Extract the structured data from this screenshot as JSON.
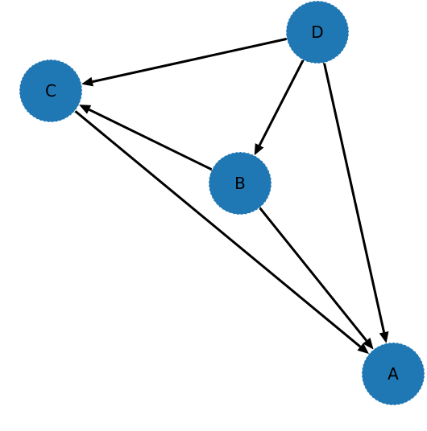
{
  "graph": {
    "directed": true,
    "colors": {
      "node_fill": "#1f77b4",
      "edge": "#000000",
      "label": "#000000"
    },
    "nodes": [
      {
        "id": "A",
        "label": "A"
      },
      {
        "id": "B",
        "label": "B"
      },
      {
        "id": "C",
        "label": "C"
      },
      {
        "id": "D",
        "label": "D"
      }
    ],
    "edges": [
      {
        "source": "D",
        "target": "C"
      },
      {
        "source": "D",
        "target": "B"
      },
      {
        "source": "D",
        "target": "A"
      },
      {
        "source": "B",
        "target": "C"
      },
      {
        "source": "B",
        "target": "A"
      },
      {
        "source": "C",
        "target": "A"
      }
    ]
  }
}
